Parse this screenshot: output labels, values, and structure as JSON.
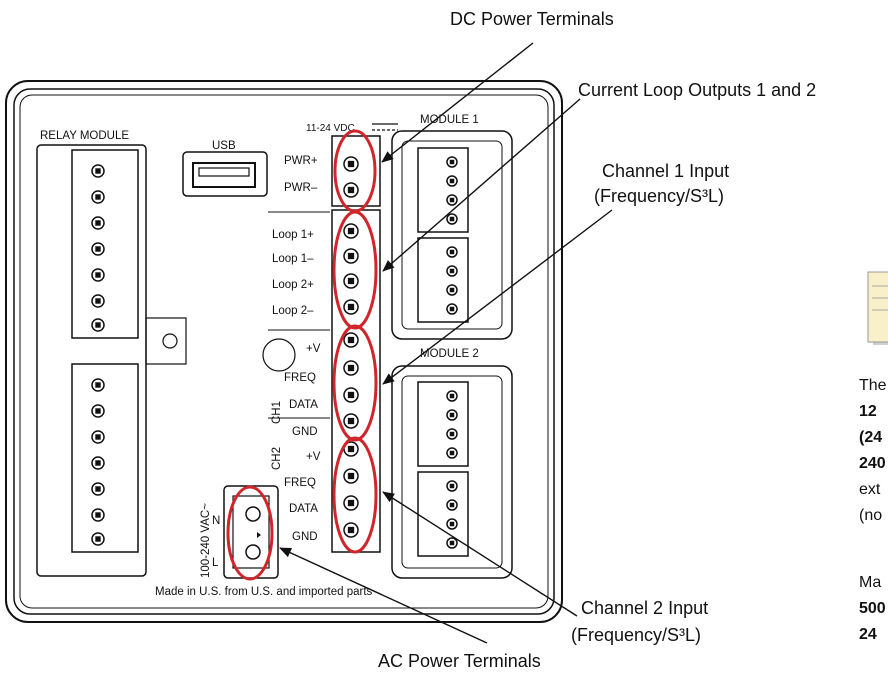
{
  "callouts": {
    "dc_power": "DC Power Terminals",
    "current_loop": "Current Loop Outputs 1 and 2",
    "ch1_line1": "Channel 1 Input",
    "ch1_line2": "(Frequency/S³L)",
    "ch2_line1": "Channel 2 Input",
    "ch2_line2": "(Frequency/S³L)",
    "ac_power": "AC Power Terminals"
  },
  "panel": {
    "relay_module": "RELAY MODULE",
    "usb": "USB",
    "vdc": "11-24 VDC",
    "module1": "MODULE 1",
    "module2": "MODULE 2",
    "pwr_plus": "PWR+",
    "pwr_minus": "PWR–",
    "loop1_plus": "Loop 1+",
    "loop1_minus": "Loop 1–",
    "loop2_plus": "Loop 2+",
    "loop2_minus": "Loop 2–",
    "ch1": "CH1",
    "ch2": "CH2",
    "plus_v": "+V",
    "freq": "FREQ",
    "data": "DATA",
    "gnd": "GND",
    "vac": "100-240 VAC~",
    "n": "N",
    "l": "L",
    "made_in": "Made in U.S. from U.S. and imported parts"
  },
  "side_text": {
    "p1_l1": "The",
    "p1_l2": "12",
    "p1_l3": "(24",
    "p1_l4": "240",
    "p1_l5": "ext",
    "p1_l6": "(no",
    "p2_l1": "Ma",
    "p2_l2": "500",
    "p2_l3": "24"
  },
  "colors": {
    "highlight": "#d0262b",
    "ink": "#111111",
    "note_fill": "#f7f0c8"
  }
}
